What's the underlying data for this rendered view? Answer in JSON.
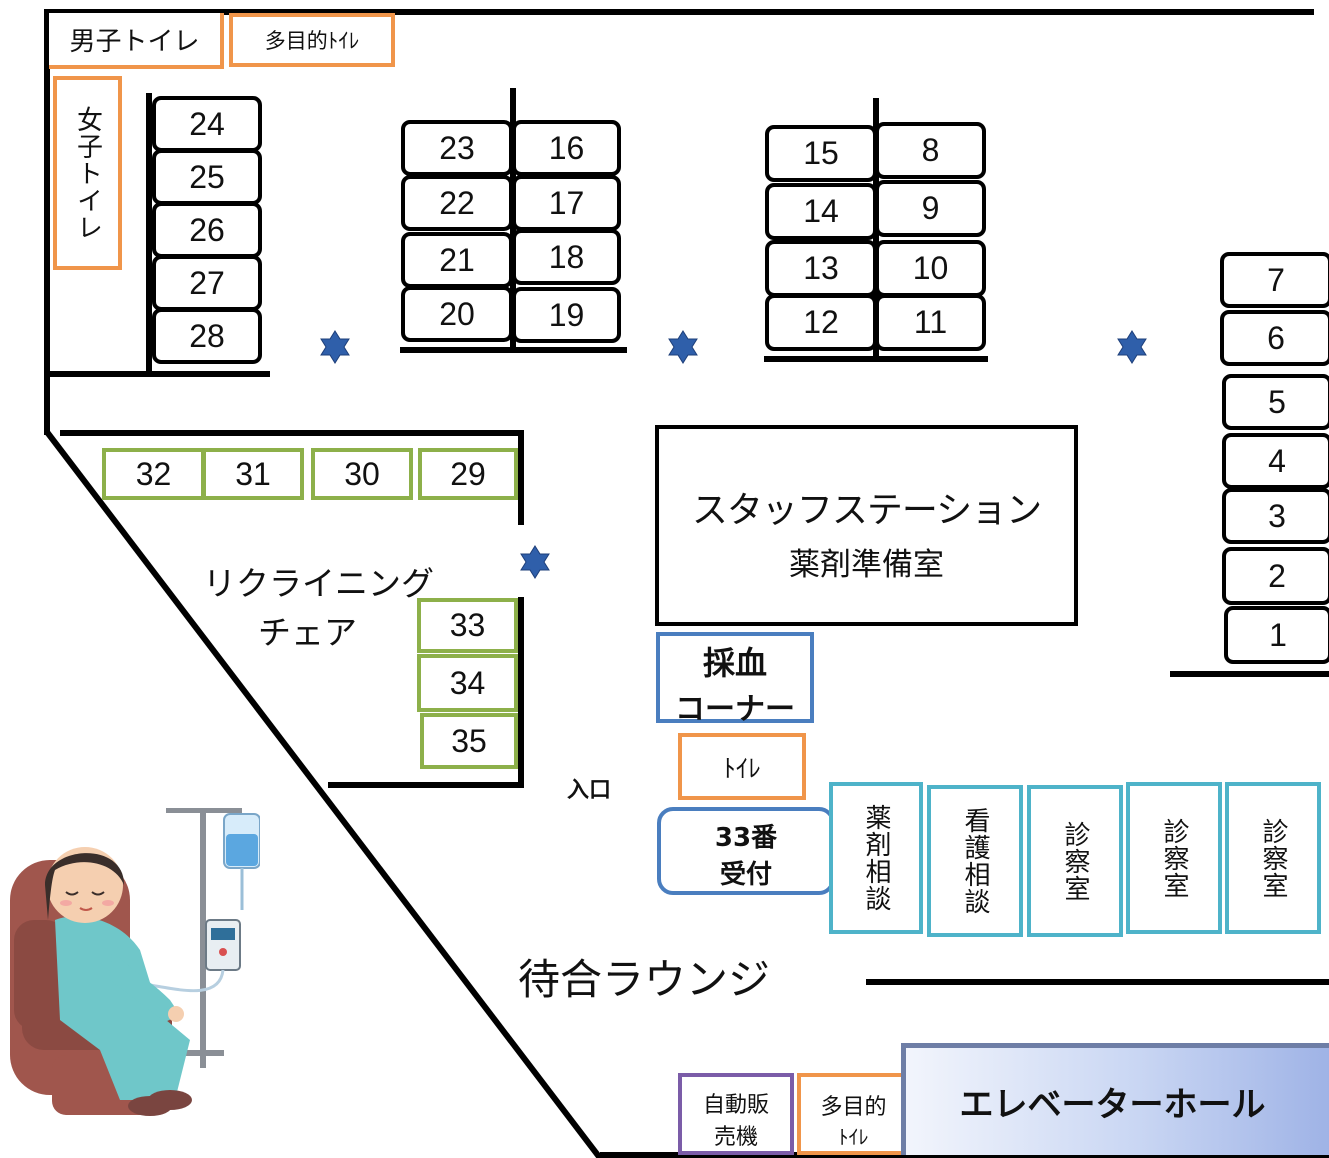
{
  "restrooms": {
    "mens": "男子トイレ",
    "multi_top": "多目的ﾄｲﾚ",
    "womens": "女子トイレ",
    "toilet_center": "ﾄｲﾚ",
    "multi_bottom_line1": "多目的",
    "multi_bottom_line2": "ﾄｲﾚ"
  },
  "beds": [
    "1",
    "2",
    "3",
    "4",
    "5",
    "6",
    "7",
    "8",
    "9",
    "10",
    "11",
    "12",
    "13",
    "14",
    "15",
    "16",
    "17",
    "18",
    "19",
    "20",
    "21",
    "22",
    "23",
    "24",
    "25",
    "26",
    "27",
    "28"
  ],
  "chairs": [
    "29",
    "30",
    "31",
    "32",
    "33",
    "34",
    "35"
  ],
  "recliner_label": {
    "line1": "リクライニング",
    "line2": "チェア"
  },
  "staff_station": {
    "line1": "スタッフステーション",
    "line2": "薬剤準備室"
  },
  "blood_draw": {
    "line1": "採血",
    "line2": "コーナー"
  },
  "entrance": "入口",
  "reception": {
    "line1": "33番",
    "line2": "受付"
  },
  "consult_rooms": [
    "薬剤相談",
    "看護相談",
    "診察室",
    "診察室",
    "診察室"
  ],
  "lounge": "待合ラウンジ",
  "vending": {
    "line1": "自動販",
    "line2": "売機"
  },
  "elevator_hall": "エレベーターホール",
  "colors": {
    "bed_border": "#000000",
    "chair_border": "#8db04a",
    "restroom_border": "#f0954a",
    "consult_border": "#4eb3c9",
    "blood_border": "#4a7ebf",
    "vending_border": "#7b5ca8",
    "elevator_fill": "#9fb3e6",
    "star": "#2f5faa"
  },
  "icons": [
    "star-marker-icon",
    "iv-patient-illustration"
  ]
}
